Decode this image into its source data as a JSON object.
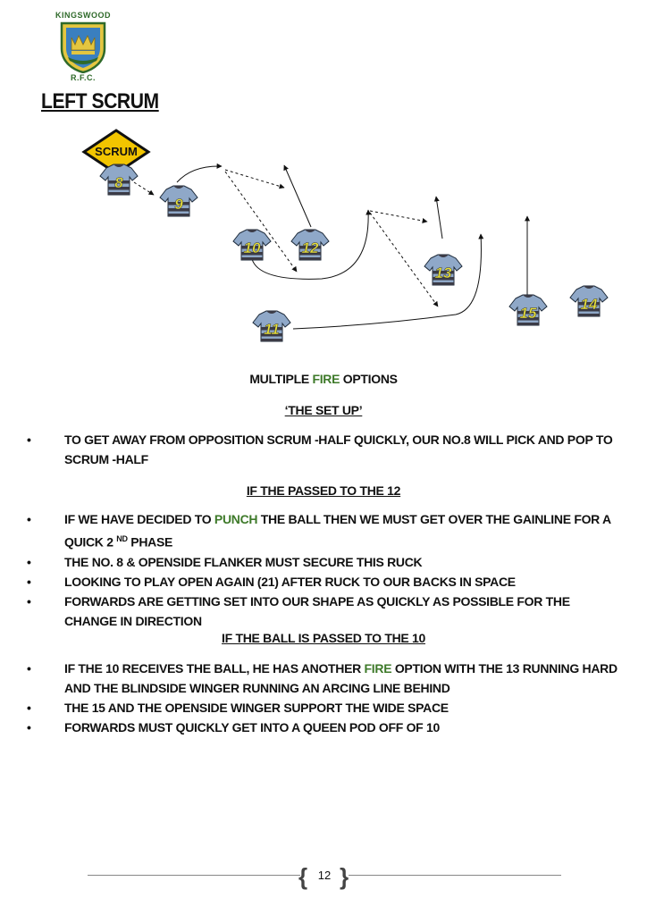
{
  "header": {
    "club_top": "KINGSWOOD",
    "club_bottom": "R.F.C.",
    "title": "LEFT SCRUM"
  },
  "diagram": {
    "sign_label": "SCRUM",
    "players": [
      "8",
      "9",
      "10",
      "12",
      "11",
      "13",
      "15",
      "14"
    ],
    "colors": {
      "shirt": "#8fa8c8",
      "shirt_hoop": "#3b3b46",
      "number": "#e8e13c",
      "sign": "#f2c500"
    }
  },
  "content": {
    "heading_pre": "MULTIPLE",
    "heading_fire": "FIRE",
    "heading_post": "OPTIONS",
    "setup_title": "‘THE SET UP’",
    "setup_bullets": [
      "TO GET AWAY FROM OPPOSITION SCRUM   -HALF QUICKLY, OUR NO.8 WILL PICK AND POP TO SCRUM    -HALF"
    ],
    "section2_title": "IF THE PASSED TO THE 12",
    "section2_b1_pre": "IF WE HAVE DECIDED TO",
    "section2_b1_punch": "PUNCH",
    "section2_b1_post": "THE BALL THEN WE MUST GET OVER THE GAINLINE FOR A QUICK 2",
    "section2_b1_sup": "ND",
    "section2_b1_end": "PHASE",
    "section2_bullets": [
      "THE NO. 8 & OPENSIDE FLANKER MUST SECURE THIS   RUCK",
      "LOOKING TO PLAY OPEN AGAIN (21) AFTER RUCK TO OUR BACKS IN SPACE",
      "FORWARDS ARE GETTING SET  INTO OUR SHAPE  AS QUICKLY AS POSSIBLE FOR THE CHANGE IN DIRECTION"
    ],
    "section3_title": "IF THE BALL IS PASSED TO THE 10",
    "section3_b1_pre": "IF THE 10 RECEIVES THE BALL, HE HAS ANOTHER",
    "section3_b1_fire": "FIRE",
    "section3_b1_post": "OPTION WITH THE 13 RUNNING HARD AND THE BLINDSIDE WINGER RUNNING AN ARCING LINE BEHIND",
    "section3_bullets": [
      "THE 15 AND THE OPENSIDE WINGER SUPPORT THE WIDE SPACE",
      "FORWARDS MUST QUICKLY GET INTO   A QUEEN POD OFF OF 10"
    ]
  },
  "footer": {
    "page_number": "12"
  }
}
